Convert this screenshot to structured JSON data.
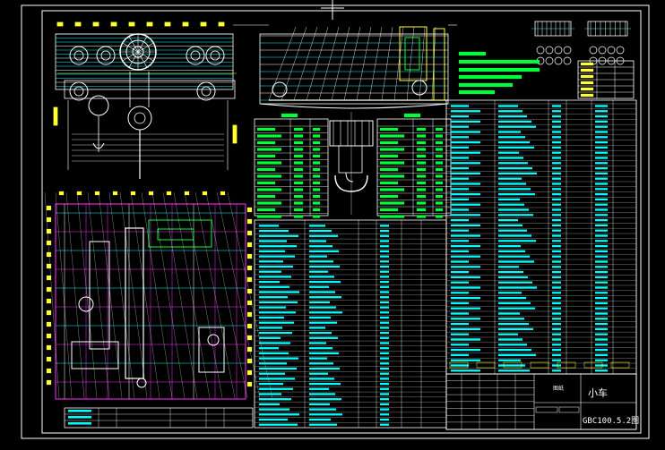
{
  "title_block": {
    "name": "小车",
    "drawing_code": "GBC100.5.2图",
    "material_label": "图纸"
  },
  "colors": {
    "background": "#000000",
    "frame": "#ffffff",
    "green": "#00ff3a",
    "cyan": "#00ffff",
    "magenta": "#ff33ff",
    "yellow": "#ffff33",
    "white": "#ffffff"
  },
  "icons": {
    "cursor": "crosshair-cursor-icon"
  }
}
